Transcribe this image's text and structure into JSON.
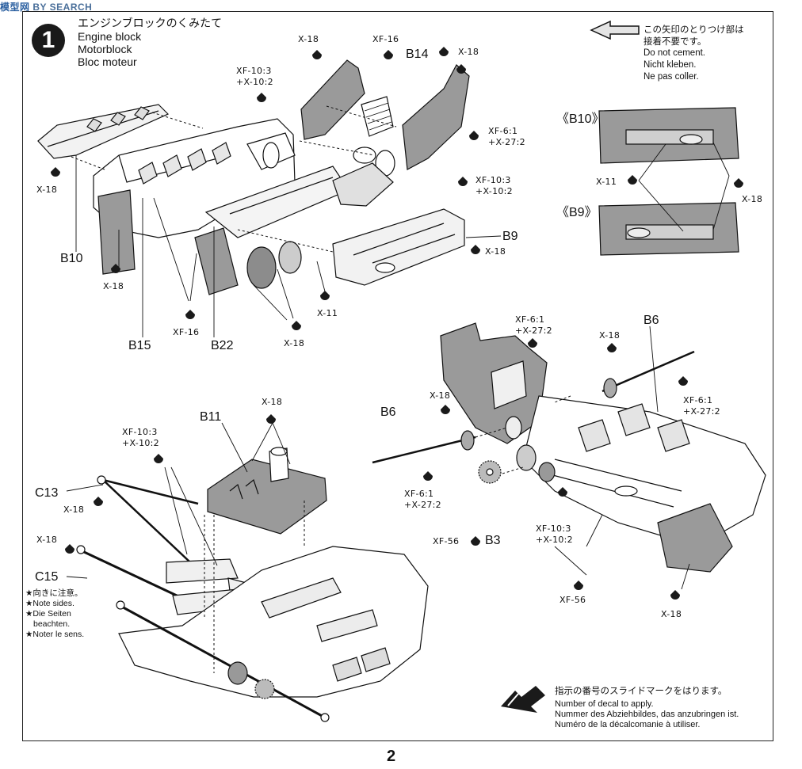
{
  "watermark": {
    "cjk": "模型网",
    "text": "BY SEARCH"
  },
  "step": {
    "number": "1",
    "title_jp": "エンジンブロックのくみたて",
    "title_en": "Engine block",
    "title_de": "Motorblock",
    "title_fr": "Bloc moteur"
  },
  "note": {
    "jp_line1": "この矢印のとりつけ部は",
    "jp_line2": "接着不要です。",
    "en": "Do not cement.",
    "de": "Nicht kleben.",
    "fr": "Ne pas coller."
  },
  "decal_note": {
    "jp": "指示の番号のスライドマークをはります。",
    "en": "Number of decal to apply.",
    "de": "Nummer des Abziehbildes, das anzubringen ist.",
    "fr": "Numéro de la décalcomanie à utiliser."
  },
  "side_notes": {
    "jp": "★向きに注意。",
    "en": "★Note sides.",
    "de_1": "★Die Seiten",
    "de_2": "beachten.",
    "fr": "★Noter le sens."
  },
  "page_number": "2",
  "labels": {
    "x18_a": "X-18",
    "xf16_a": "XF-16",
    "b14": "B14",
    "x18_b": "X-18",
    "xf103_a1": "XF-10:3",
    "xf103_a2": "+X-10:2",
    "xf61_a1": "XF-6:1",
    "xf61_a2": "+X-27:2",
    "xf103_b1": "XF-10:3",
    "xf103_b2": "+X-10:2",
    "x18_c": "X-18",
    "b10": "B10",
    "x18_d": "X-18",
    "b9": "B9",
    "x18_e": "X-18",
    "x11_a": "X-11",
    "xf16_b": "XF-16",
    "x18_f": "X-18",
    "b15": "B15",
    "b22": "B22",
    "b10_ref": "《B10》",
    "b9_ref": "《B9》",
    "x11_b": "X-11",
    "x18_g": "X-18",
    "xf61_b1": "XF-6:1",
    "xf61_b2": "+X-27:2",
    "b6_a": "B6",
    "x18_h": "X-18",
    "xf61_c1": "XF-6:1",
    "xf61_c2": "+X-27:2",
    "b11": "B11",
    "x18_i": "X-18",
    "xf103_c1": "XF-10:3",
    "xf103_c2": "+X-10:2",
    "x18_j": "X-18",
    "b6_b": "B6",
    "c13": "C13",
    "x18_k": "X-18",
    "xf61_d1": "XF-6:1",
    "xf61_d2": "+X-27:2",
    "x18_l": "X-18",
    "c15": "C15",
    "xf56_a": "XF-56",
    "b3": "B3",
    "xf103_d1": "XF-10:3",
    "xf103_d2": "+X-10:2",
    "xf56_b": "XF-56",
    "x18_m": "X-18"
  },
  "colors": {
    "ink": "#111111",
    "part_gray": "#9a9a9a",
    "light_gray": "#d6d6d6",
    "frame": "#222222"
  },
  "icons": [
    "no-cement-arrow-icon",
    "decal-arrow-icon",
    "paint-drop-icon"
  ]
}
